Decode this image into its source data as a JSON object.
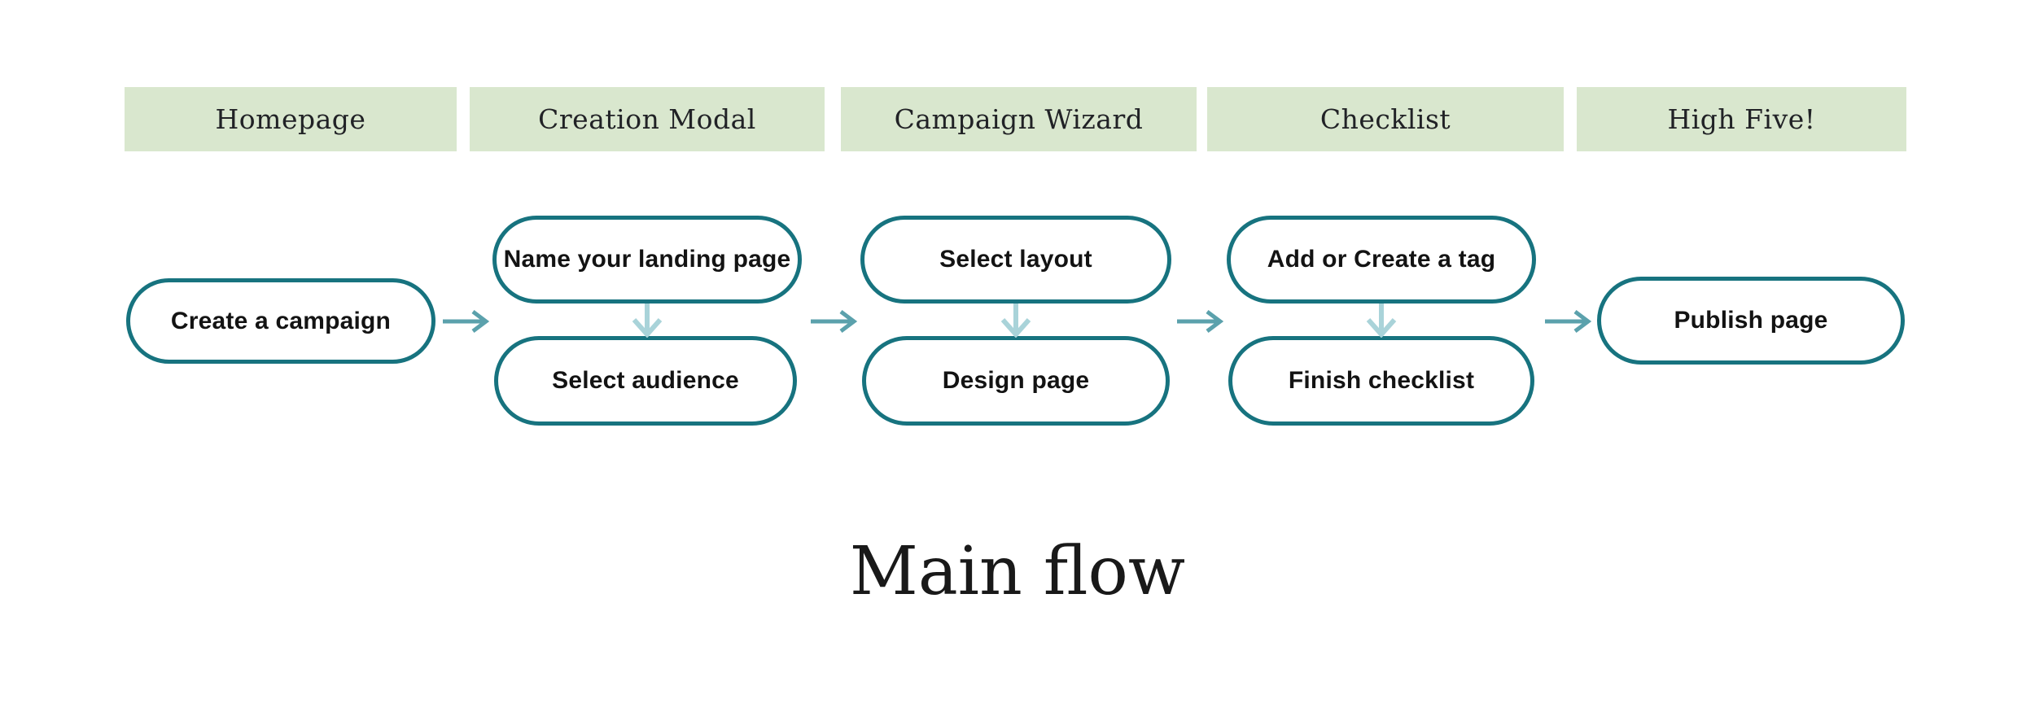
{
  "title": "Main flow",
  "columns": [
    {
      "header": "Homepage",
      "nodes": [
        "Create a campaign"
      ]
    },
    {
      "header": "Creation Modal",
      "nodes": [
        "Name your landing page",
        "Select audience"
      ]
    },
    {
      "header": "Campaign Wizard",
      "nodes": [
        "Select layout",
        "Design page"
      ]
    },
    {
      "header": "Checklist",
      "nodes": [
        "Add or Create a tag",
        "Finish checklist"
      ]
    },
    {
      "header": "High Five!",
      "nodes": [
        "Publish page"
      ]
    }
  ],
  "colors": {
    "header-bg": "#d9e7ce",
    "header-text": "#212226",
    "pill-border": "#17737f",
    "pill-text": "#131313",
    "arrow": "#5ba1ac",
    "arrow-light": "#a9d3d9",
    "title-color": "#191919",
    "bg": "#ffffff"
  }
}
